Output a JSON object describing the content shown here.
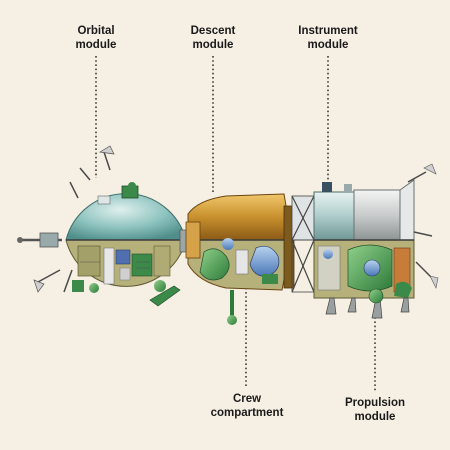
{
  "labels": {
    "orbital": {
      "line1": "Orbital",
      "line2": "module"
    },
    "descent": {
      "line1": "Descent",
      "line2": "module"
    },
    "instrument": {
      "line1": "Instrument",
      "line2": "module"
    },
    "crew": {
      "line1": "Crew",
      "line2": "compartment"
    },
    "propulsion": {
      "line1": "Propulsion",
      "line2": "module"
    }
  },
  "colors": {
    "background": "#f6efe3",
    "orbital_shell": "#7fb8b4",
    "descent_shell": "#c28a2a",
    "instrument_shell": "#a9c7c5",
    "interior_olive": "#b6b07a",
    "equipment_green": "#3c8a4a",
    "leader_line": "#222222"
  }
}
